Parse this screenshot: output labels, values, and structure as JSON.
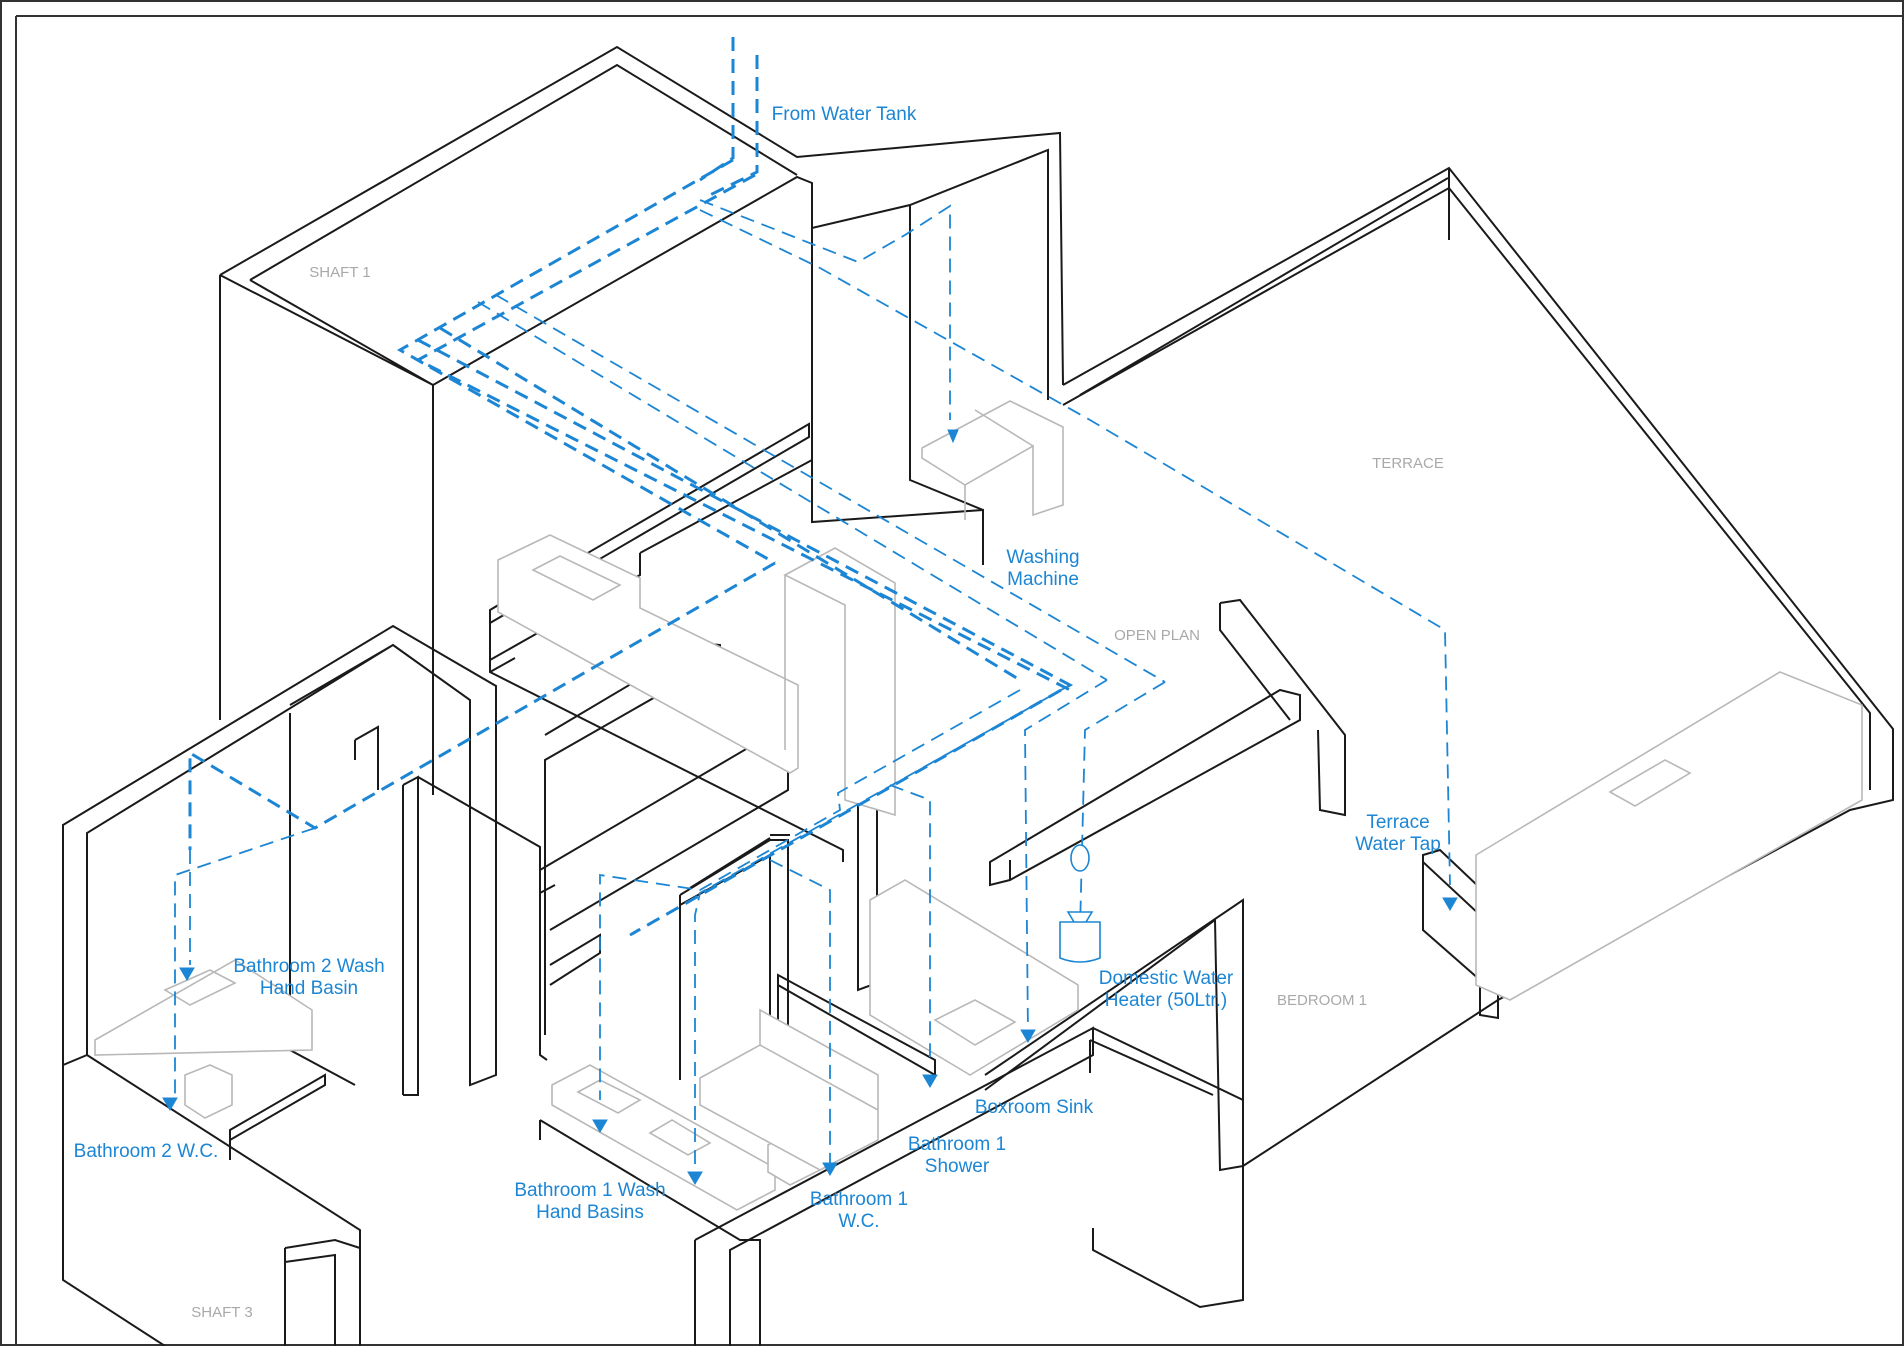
{
  "colors": {
    "pipe": "#1c86d4",
    "wall": "#1a1a1a",
    "fixture": "#b8b8b8",
    "room_label": "#a9a9a9",
    "label": "#1c86d4",
    "frame": "#333333"
  },
  "rooms": {
    "shaft1": "SHAFT 1",
    "terrace": "TERRACE",
    "open_plan": "OPEN PLAN",
    "bedroom1": "BEDROOM 1",
    "shaft3": "SHAFT 3"
  },
  "labels": {
    "from_water_tank": "From Water Tank",
    "washing_machine": [
      "Washing",
      "Machine"
    ],
    "terrace_water_tap": [
      "Terrace",
      "Water Tap"
    ],
    "domestic_water_heater": [
      "Domestic Water",
      "Heater (50Ltr.)"
    ],
    "bathroom2_wash_hand_basin": [
      "Bathroom 2 Wash",
      "Hand Basin"
    ],
    "bathroom2_wc": "Bathroom 2 W.C.",
    "bathroom1_wash_hand_basins": [
      "Bathroom 1 Wash",
      "Hand Basins"
    ],
    "bathroom1_wc": [
      "Bathroom 1",
      "W.C."
    ],
    "bathroom1_shower": [
      "Bathroom 1",
      "Shower"
    ],
    "boxroom_sink": "Boxroom Sink"
  }
}
